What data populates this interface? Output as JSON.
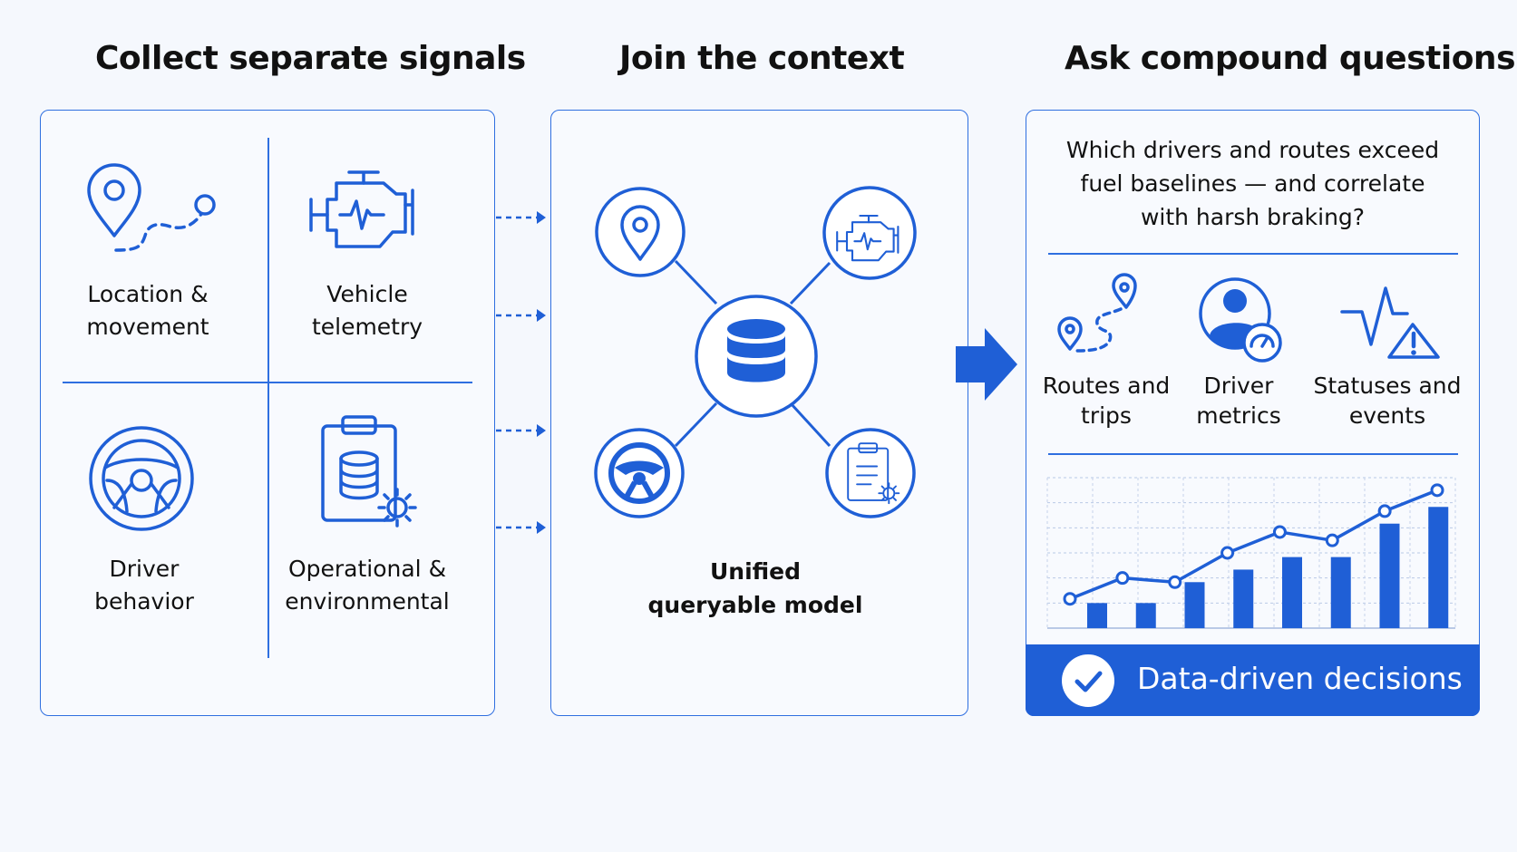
{
  "columns": {
    "collect": {
      "heading": "Collect separate signals",
      "signals": [
        {
          "icon": "location-path-icon",
          "line1": "Location &",
          "line2": "movement"
        },
        {
          "icon": "engine-icon",
          "line1": "Vehicle",
          "line2": "telemetry"
        },
        {
          "icon": "steering-wheel-icon",
          "line1": "Driver",
          "line2": "behavior"
        },
        {
          "icon": "clipboard-database-gear-icon",
          "line1": "Operational &",
          "line2": "environmental"
        }
      ]
    },
    "join": {
      "heading": "Join the context",
      "hub_line1": "Unified",
      "hub_line2": "queryable model"
    },
    "ask": {
      "heading": "Ask compound questions",
      "question_line1": "Which drivers and routes exceed",
      "question_line2": "fuel baselines — and correlate",
      "question_line3": "with harsh braking?",
      "metrics": [
        {
          "icon": "route-trips-icon",
          "line1": "Routes and",
          "line2": "trips"
        },
        {
          "icon": "driver-metrics-icon",
          "line1": "Driver",
          "line2": "metrics"
        },
        {
          "icon": "status-alert-icon",
          "line1": "Statuses and",
          "line2": "events"
        }
      ],
      "decision_label": "Data-driven decisions"
    }
  },
  "chart_data": {
    "type": "bar",
    "bars": [
      3,
      3,
      5.5,
      7,
      8.5,
      8.5,
      12.5,
      14.5
    ],
    "line": [
      3.5,
      6,
      5.5,
      9,
      11.5,
      10.5,
      14,
      16.5
    ],
    "grid": true
  },
  "colors": {
    "accent": "#1f5fd6",
    "background": "#f5f8fd",
    "panel_border": "#2f6fe0"
  }
}
